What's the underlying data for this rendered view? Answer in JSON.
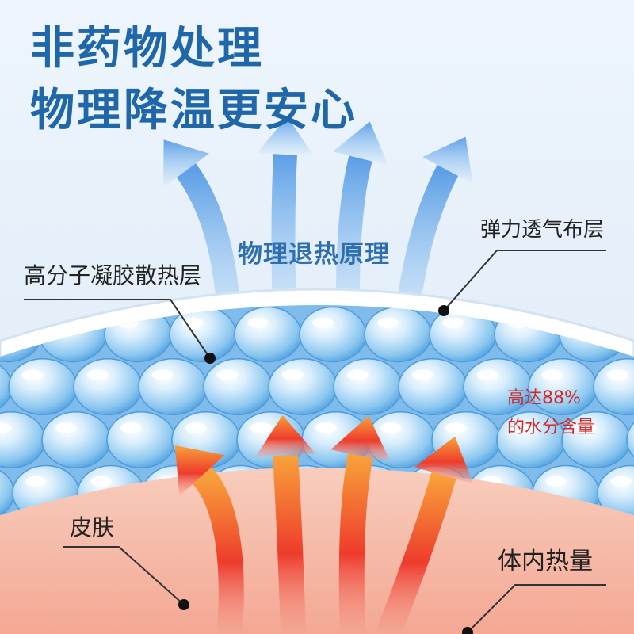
{
  "headline": {
    "line1": "非药物处理",
    "line2": "物理降温更安心"
  },
  "center_label": "物理退热原理",
  "callouts": {
    "gel_layer": "高分子凝胶散热层",
    "fabric_layer": "弹力透气布层",
    "skin": "皮肤",
    "body_heat": "体内热量"
  },
  "water_note": {
    "line1": "高达88%",
    "line2": "的水分含量"
  },
  "colors": {
    "headline": "#1f67a8",
    "center_label": "#2f6fad",
    "water_note": "#d42a28",
    "gel": "#6fb5ea",
    "skin": "#f6c3b0",
    "heat_arrow": "#ef4b3a",
    "cool_arrow": "#86baf0"
  }
}
